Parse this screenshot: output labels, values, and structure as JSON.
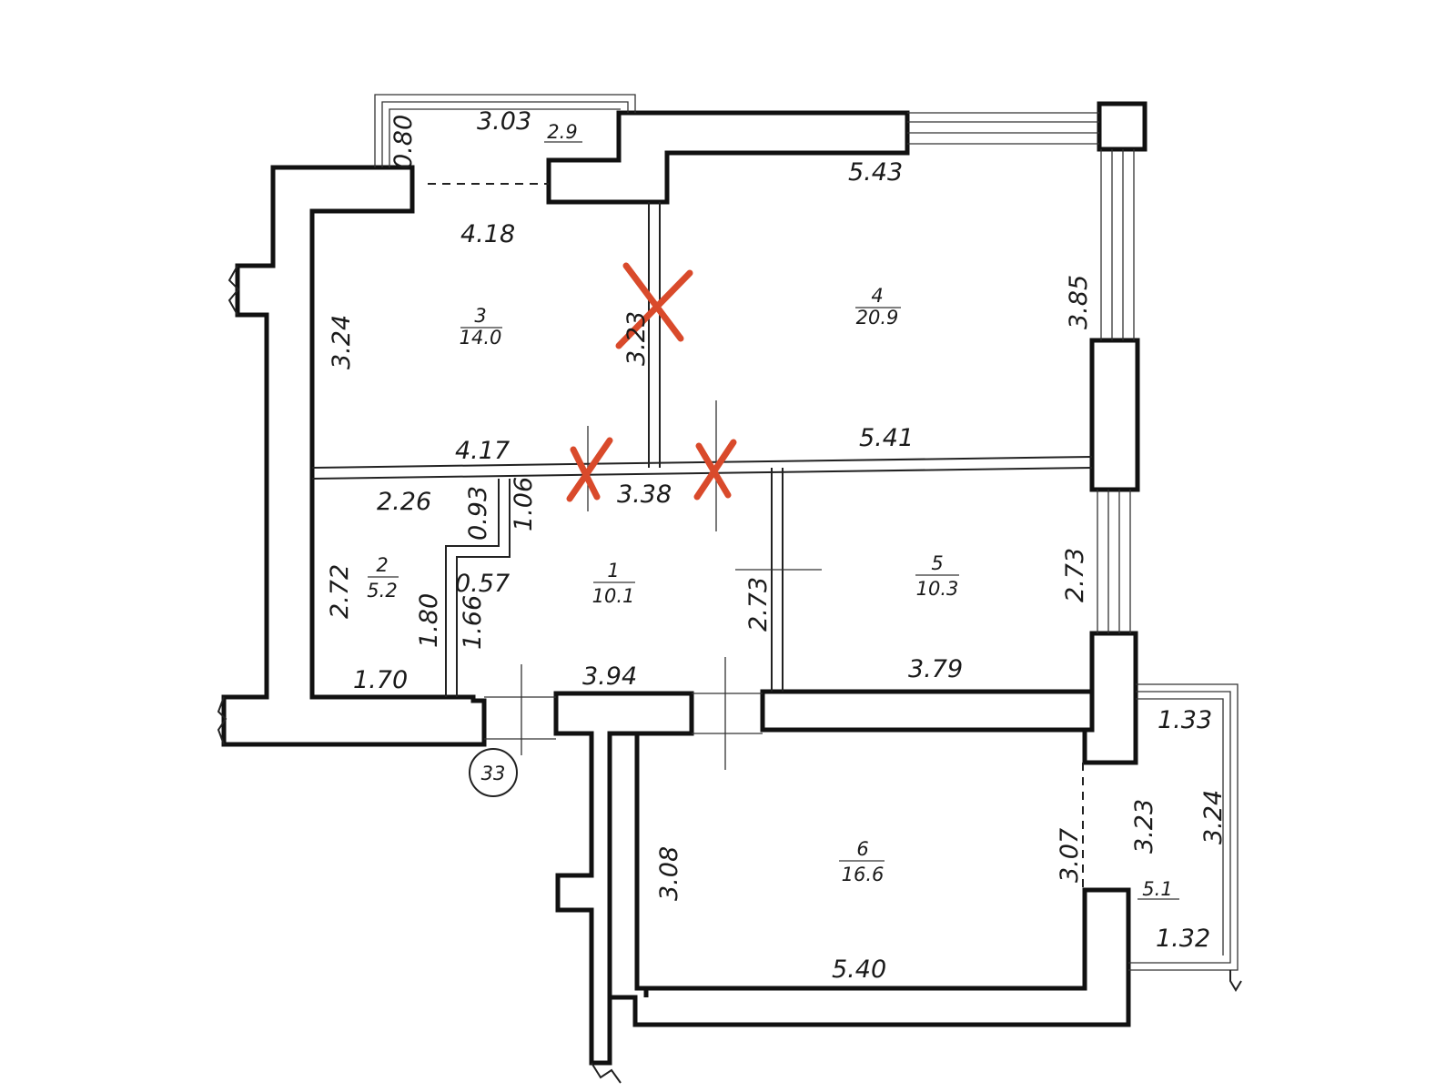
{
  "colors": {
    "wall": "#111111",
    "removed_mark": "#d94a2b",
    "background": "#ffffff"
  },
  "rooms": [
    {
      "number": "1",
      "area": "10.1"
    },
    {
      "number": "2",
      "area": "5.2"
    },
    {
      "number": "3",
      "area": "14.0"
    },
    {
      "number": "4",
      "area": "20.9"
    },
    {
      "number": "5",
      "area": "10.3"
    },
    {
      "number": "6",
      "area": "16.6"
    }
  ],
  "balconies": [
    {
      "area": "2.9"
    },
    {
      "area": "5.1"
    }
  ],
  "dimensions": [
    "3.03",
    "0.80",
    "5.43",
    "4.18",
    "3.24",
    "3.23",
    "3.85",
    "4.17",
    "5.41",
    "2.26",
    "0.93",
    "1.06",
    "3.38",
    "0.57",
    "2.72",
    "1.80",
    "1.66",
    "2.73",
    "2.73",
    "1.70",
    "3.94",
    "3.79",
    "1.33",
    "3.23",
    "3.24",
    "3.08",
    "3.07",
    "1.32",
    "5.40"
  ],
  "axis_marker": "33",
  "removed_walls": [
    {
      "icon": "cross-mark-icon"
    },
    {
      "icon": "cross-mark-icon"
    },
    {
      "icon": "cross-mark-icon"
    }
  ]
}
